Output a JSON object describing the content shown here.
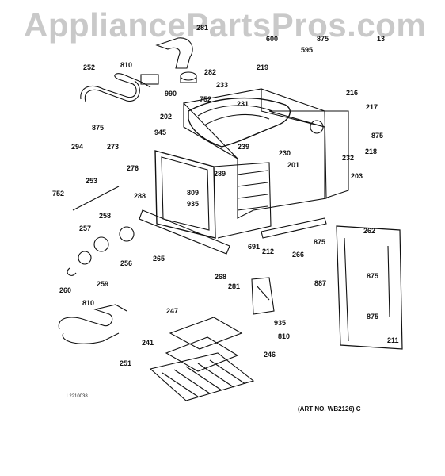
{
  "watermark": "AppliancePartsPros.com",
  "parts": {
    "p252": "252",
    "p810a": "810",
    "p281a": "281",
    "p282": "282",
    "p990": "990",
    "p752a": "752",
    "p233": "233",
    "p600": "600",
    "p875a": "875",
    "p13": "13",
    "p595": "595",
    "p219": "219",
    "p216": "216",
    "p217": "217",
    "p875b": "875",
    "p218": "218",
    "p231": "231",
    "p202": "202",
    "p875c": "875",
    "p294": "294",
    "p273": "273",
    "p945": "945",
    "p239": "239",
    "p230": "230",
    "p232": "232",
    "p276": "276",
    "p201": "201",
    "p289": "289",
    "p203": "203",
    "p253": "253",
    "p288": "288",
    "p809": "809",
    "p752b": "752",
    "p935a": "935",
    "p258": "258",
    "p262": "262",
    "p257": "257",
    "p875d": "875",
    "p691": "691",
    "p212": "212",
    "p266": "266",
    "p265": "265",
    "p256": "256",
    "p875e": "875",
    "p268": "268",
    "p887": "887",
    "p260": "260",
    "p259": "259",
    "p281b": "281",
    "p810b": "810",
    "p875f": "875",
    "p247": "247",
    "p935b": "935",
    "p810c": "810",
    "p211": "211",
    "p241": "241",
    "p246": "246",
    "p251": "251"
  },
  "ref_code": "L2210038",
  "art_no": "(ART NO. WB2126) C"
}
